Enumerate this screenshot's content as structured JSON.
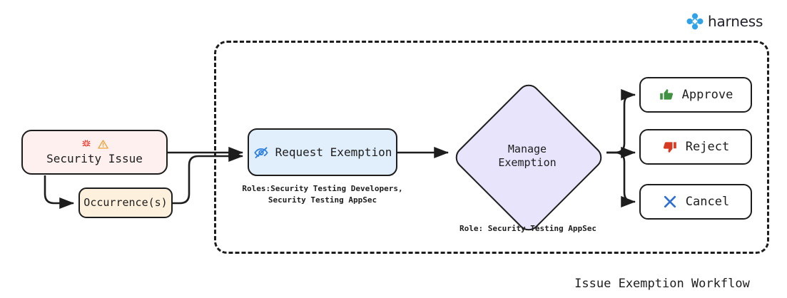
{
  "brand": {
    "name": "harness",
    "logo_icon": "harness-logo-icon",
    "color": "#30a2e8"
  },
  "workflow": {
    "title": "Issue Exemption Workflow",
    "group_style": "dashed-border"
  },
  "nodes": [
    {
      "id": "security-issue",
      "label": "Security Issue",
      "icons": [
        "bug-icon",
        "warning-triangle-icon"
      ],
      "fill": "#fdf0ee",
      "shape": "rounded-rect"
    },
    {
      "id": "occurrences",
      "label": "Occurrence(s)",
      "fill": "#fdf0dd",
      "shape": "rounded-rect"
    },
    {
      "id": "request-exemption",
      "label": "Request Exemption",
      "icons": [
        "eye-off-icon"
      ],
      "icon_color": "#2e7fe0",
      "fill": "#e0effb",
      "shape": "rounded-rect",
      "caption": "Roles:Security Testing Developers,\nSecurity Testing AppSec"
    },
    {
      "id": "manage-exemption",
      "label": "Manage\nExemption",
      "fill": "#e8e4fb",
      "shape": "diamond",
      "caption": "Role: Security Testing AppSec"
    },
    {
      "id": "approve",
      "label": "Approve",
      "icons": [
        "thumbs-up-icon"
      ],
      "icon_color": "#3f9242",
      "fill": "#ffffff",
      "shape": "rounded-rect"
    },
    {
      "id": "reject",
      "label": "Reject",
      "icons": [
        "thumbs-down-icon"
      ],
      "icon_color": "#d73a22",
      "fill": "#ffffff",
      "shape": "rounded-rect"
    },
    {
      "id": "cancel",
      "label": "Cancel",
      "icons": [
        "x-mark-icon"
      ],
      "icon_color": "#2e6fd0",
      "fill": "#ffffff",
      "shape": "rounded-rect"
    }
  ],
  "labels": {
    "security_issue": "Security Issue",
    "occurrences": "Occurrence(s)",
    "request_exemption": "Request Exemption",
    "request_exemption_caption_line1": "Roles:Security Testing Developers,",
    "request_exemption_caption_line2": "Security Testing AppSec",
    "manage_exemption_line1": "Manage",
    "manage_exemption_line2": "Exemption",
    "manage_exemption_caption": "Role: Security Testing AppSec",
    "approve": "Approve",
    "reject": "Reject",
    "cancel": "Cancel",
    "workflow_title": "Issue Exemption Workflow"
  },
  "edges": [
    {
      "from": "security-issue",
      "to": "request-exemption"
    },
    {
      "from": "security-issue",
      "to": "occurrences"
    },
    {
      "from": "occurrences",
      "to": "request-exemption"
    },
    {
      "from": "request-exemption",
      "to": "manage-exemption"
    },
    {
      "from": "manage-exemption",
      "to": "approve"
    },
    {
      "from": "manage-exemption",
      "to": "reject"
    },
    {
      "from": "manage-exemption",
      "to": "cancel"
    }
  ]
}
